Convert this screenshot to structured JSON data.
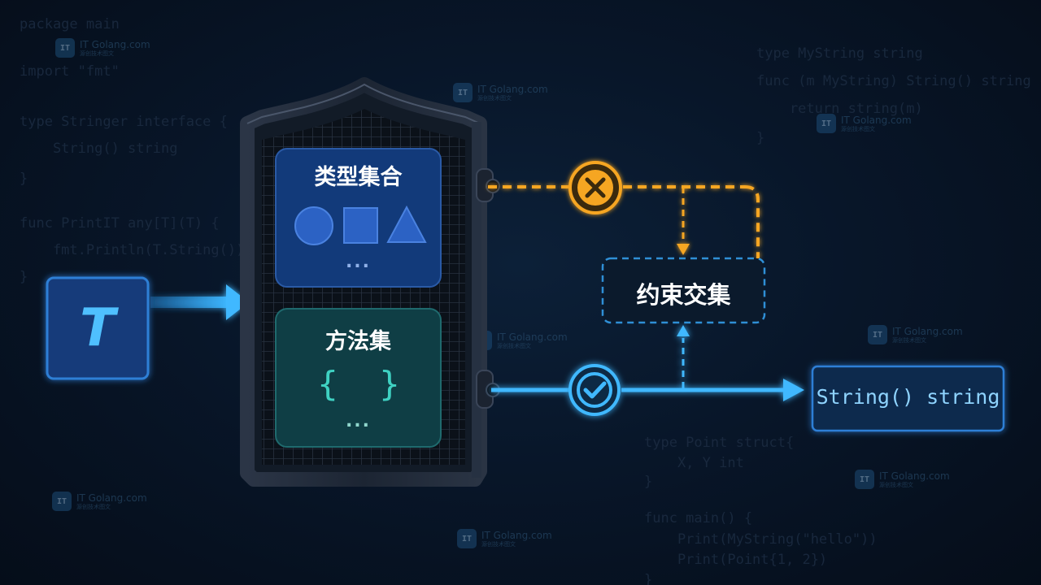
{
  "background_code": [
    "package main",
    "import \"fmt\"",
    "type Stringer interface {",
    "    String() string",
    "}",
    "func PrintIT any[T](T) {",
    "    fmt.Println(T.String())",
    "}",
    "type MyString string",
    "func (m MyString) String() string {",
    "    return string(m)",
    "}",
    "type Point struct{",
    "    X, Y int",
    "}",
    "func main() {",
    "    Print(MyString(\"hello\"))",
    "    Print(Point{1, 2})",
    "}"
  ],
  "watermark": {
    "name": "IT Golang.com",
    "subtitle": "源创技术图文",
    "logo": "IT"
  },
  "type_param": {
    "label": "T"
  },
  "gate": {
    "type_set": {
      "title": "类型集合",
      "shapes": [
        "circle",
        "square",
        "triangle"
      ],
      "ellipsis": "..."
    },
    "method_set": {
      "title": "方法集",
      "open_brace": "{",
      "close_brace": "}",
      "ellipsis": "..."
    }
  },
  "reject_icon": "close-icon",
  "accept_icon": "check-icon",
  "constraint": {
    "label": "约束交集"
  },
  "output": {
    "label": "String() string"
  },
  "colors": {
    "background": "#071221",
    "accent_blue": "#3fb8ff",
    "warning_orange": "#f6a623",
    "type_set_fill": "#123a7a",
    "method_set_fill": "#0f3e45",
    "gate_body": "#1f2a3a"
  }
}
